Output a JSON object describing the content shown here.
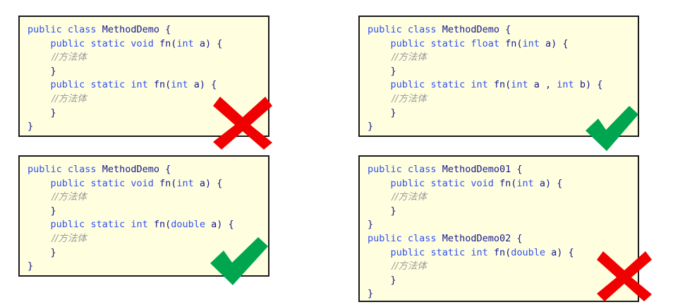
{
  "meta": {
    "topic": "Java method overloading examples",
    "background_color": "#ffffff",
    "code_background_color": "#ffffe0",
    "code_border_color": "#1a1a1a",
    "keyword_color": "#2f4ff0",
    "plain_color": "#16188c",
    "comment_color": "#9a9a9a",
    "correct_color": "#00a550",
    "incorrect_color": "#f00000"
  },
  "panels": [
    {
      "id": "top-left",
      "verdict": "incorrect",
      "verdict_icon": "cross-icon",
      "lines": [
        [
          {
            "t": "public",
            "c": "kw"
          },
          {
            "t": " ",
            "c": "pl"
          },
          {
            "t": "class",
            "c": "kw"
          },
          {
            "t": " MethodDemo {",
            "c": "pl"
          }
        ],
        [
          {
            "t": "    ",
            "c": "pl"
          },
          {
            "t": "public",
            "c": "kw"
          },
          {
            "t": " ",
            "c": "pl"
          },
          {
            "t": "static",
            "c": "kw"
          },
          {
            "t": " ",
            "c": "pl"
          },
          {
            "t": "void",
            "c": "kw"
          },
          {
            "t": " fn(",
            "c": "pl"
          },
          {
            "t": "int",
            "c": "kw"
          },
          {
            "t": " a) {",
            "c": "pl"
          }
        ],
        [
          {
            "t": "        //方法体",
            "c": "cm"
          }
        ],
        [
          {
            "t": "    }",
            "c": "pl"
          }
        ],
        [
          {
            "t": "    ",
            "c": "pl"
          },
          {
            "t": "public",
            "c": "kw"
          },
          {
            "t": " ",
            "c": "pl"
          },
          {
            "t": "static",
            "c": "kw"
          },
          {
            "t": " ",
            "c": "pl"
          },
          {
            "t": "int",
            "c": "kw"
          },
          {
            "t": " fn(",
            "c": "pl"
          },
          {
            "t": "int",
            "c": "kw"
          },
          {
            "t": " a) {",
            "c": "pl"
          }
        ],
        [
          {
            "t": "        //方法体",
            "c": "cm"
          }
        ],
        [
          {
            "t": "    }",
            "c": "pl"
          }
        ],
        [
          {
            "t": "}",
            "c": "pl"
          }
        ]
      ]
    },
    {
      "id": "top-right",
      "verdict": "correct",
      "verdict_icon": "check-icon",
      "lines": [
        [
          {
            "t": "public",
            "c": "kw"
          },
          {
            "t": " ",
            "c": "pl"
          },
          {
            "t": "class",
            "c": "kw"
          },
          {
            "t": " MethodDemo {",
            "c": "pl"
          }
        ],
        [
          {
            "t": "    ",
            "c": "pl"
          },
          {
            "t": "public",
            "c": "kw"
          },
          {
            "t": " ",
            "c": "pl"
          },
          {
            "t": "static",
            "c": "kw"
          },
          {
            "t": " ",
            "c": "pl"
          },
          {
            "t": "float",
            "c": "kw"
          },
          {
            "t": " fn(",
            "c": "pl"
          },
          {
            "t": "int",
            "c": "kw"
          },
          {
            "t": " a) {",
            "c": "pl"
          }
        ],
        [
          {
            "t": "        //方法体",
            "c": "cm"
          }
        ],
        [
          {
            "t": "    }",
            "c": "pl"
          }
        ],
        [
          {
            "t": "    ",
            "c": "pl"
          },
          {
            "t": "public",
            "c": "kw"
          },
          {
            "t": " ",
            "c": "pl"
          },
          {
            "t": "static",
            "c": "kw"
          },
          {
            "t": " ",
            "c": "pl"
          },
          {
            "t": "int",
            "c": "kw"
          },
          {
            "t": " fn(",
            "c": "pl"
          },
          {
            "t": "int",
            "c": "kw"
          },
          {
            "t": " a , ",
            "c": "pl"
          },
          {
            "t": "int",
            "c": "kw"
          },
          {
            "t": " b) {",
            "c": "pl"
          }
        ],
        [
          {
            "t": "        //方法体",
            "c": "cm"
          }
        ],
        [
          {
            "t": "    }",
            "c": "pl"
          }
        ],
        [
          {
            "t": "}",
            "c": "pl"
          }
        ]
      ]
    },
    {
      "id": "bottom-left",
      "verdict": "correct",
      "verdict_icon": "check-icon",
      "lines": [
        [
          {
            "t": "public",
            "c": "kw"
          },
          {
            "t": " ",
            "c": "pl"
          },
          {
            "t": "class",
            "c": "kw"
          },
          {
            "t": " MethodDemo {",
            "c": "pl"
          }
        ],
        [
          {
            "t": "    ",
            "c": "pl"
          },
          {
            "t": "public",
            "c": "kw"
          },
          {
            "t": " ",
            "c": "pl"
          },
          {
            "t": "static",
            "c": "kw"
          },
          {
            "t": " ",
            "c": "pl"
          },
          {
            "t": "void",
            "c": "kw"
          },
          {
            "t": " fn(",
            "c": "pl"
          },
          {
            "t": "int",
            "c": "kw"
          },
          {
            "t": " a) {",
            "c": "pl"
          }
        ],
        [
          {
            "t": "        //方法体",
            "c": "cm"
          }
        ],
        [
          {
            "t": "    }",
            "c": "pl"
          }
        ],
        [
          {
            "t": "    ",
            "c": "pl"
          },
          {
            "t": "public",
            "c": "kw"
          },
          {
            "t": " ",
            "c": "pl"
          },
          {
            "t": "static",
            "c": "kw"
          },
          {
            "t": " ",
            "c": "pl"
          },
          {
            "t": "int",
            "c": "kw"
          },
          {
            "t": " fn(",
            "c": "pl"
          },
          {
            "t": "double",
            "c": "kw"
          },
          {
            "t": " a) {",
            "c": "pl"
          }
        ],
        [
          {
            "t": "        //方法体",
            "c": "cm"
          }
        ],
        [
          {
            "t": "    }",
            "c": "pl"
          }
        ],
        [
          {
            "t": "}",
            "c": "pl"
          }
        ]
      ]
    },
    {
      "id": "bottom-right",
      "verdict": "incorrect",
      "verdict_icon": "cross-icon",
      "lines": [
        [
          {
            "t": "public",
            "c": "kw"
          },
          {
            "t": " ",
            "c": "pl"
          },
          {
            "t": "class",
            "c": "kw"
          },
          {
            "t": " MethodDemo01 {",
            "c": "pl"
          }
        ],
        [
          {
            "t": "    ",
            "c": "pl"
          },
          {
            "t": "public",
            "c": "kw"
          },
          {
            "t": " ",
            "c": "pl"
          },
          {
            "t": "static",
            "c": "kw"
          },
          {
            "t": " ",
            "c": "pl"
          },
          {
            "t": "void",
            "c": "kw"
          },
          {
            "t": " fn(",
            "c": "pl"
          },
          {
            "t": "int",
            "c": "kw"
          },
          {
            "t": " a) {",
            "c": "pl"
          }
        ],
        [
          {
            "t": "        //方法体",
            "c": "cm"
          }
        ],
        [
          {
            "t": "    }",
            "c": "pl"
          }
        ],
        [
          {
            "t": "}",
            "c": "pl"
          }
        ],
        [
          {
            "t": "public",
            "c": "kw"
          },
          {
            "t": " ",
            "c": "pl"
          },
          {
            "t": "class",
            "c": "kw"
          },
          {
            "t": " MethodDemo02 {",
            "c": "pl"
          }
        ],
        [
          {
            "t": "    ",
            "c": "pl"
          },
          {
            "t": "public",
            "c": "kw"
          },
          {
            "t": " ",
            "c": "pl"
          },
          {
            "t": "static",
            "c": "kw"
          },
          {
            "t": " ",
            "c": "pl"
          },
          {
            "t": "int",
            "c": "kw"
          },
          {
            "t": " fn(",
            "c": "pl"
          },
          {
            "t": "double",
            "c": "kw"
          },
          {
            "t": " a) {",
            "c": "pl"
          }
        ],
        [
          {
            "t": "        //方法体",
            "c": "cm"
          }
        ],
        [
          {
            "t": "    }",
            "c": "pl"
          }
        ],
        [
          {
            "t": "}",
            "c": "pl"
          }
        ]
      ]
    }
  ]
}
